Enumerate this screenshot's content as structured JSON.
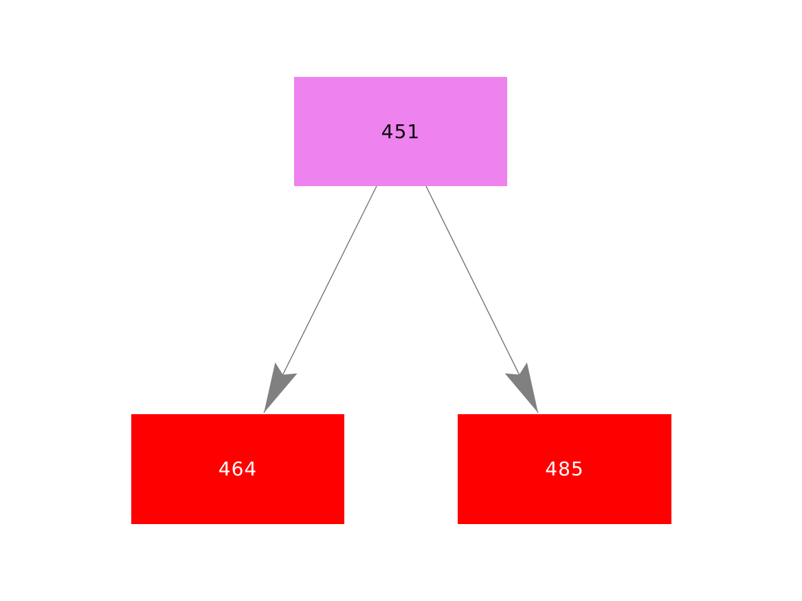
{
  "diagram": {
    "background_color": "#ffffff",
    "edge_color": "#737373",
    "arrowhead_color": "#808080",
    "nodes": [
      {
        "id": "451",
        "label": "451",
        "fill": "#ee82ee",
        "text_color": "#000000",
        "role": "root"
      },
      {
        "id": "464",
        "label": "464",
        "fill": "#ff0000",
        "text_color": "#ffffff",
        "role": "child"
      },
      {
        "id": "485",
        "label": "485",
        "fill": "#ff0000",
        "text_color": "#ffffff",
        "role": "child"
      }
    ],
    "edges": [
      {
        "from": "451",
        "to": "464"
      },
      {
        "from": "451",
        "to": "485"
      }
    ]
  }
}
